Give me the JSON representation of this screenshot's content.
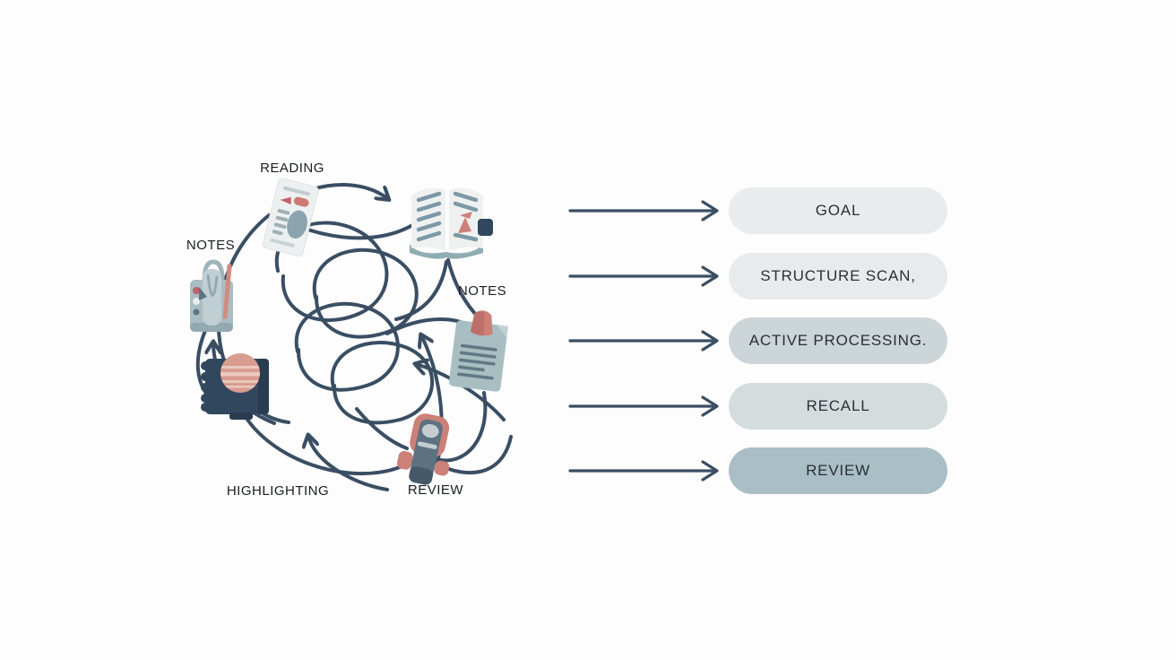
{
  "title": "Messy reading habits vs structured reading steps",
  "diagram": {
    "labels": {
      "reading": "READING",
      "notes_left": "NOTES",
      "notes_right": "NOTES",
      "highlighting": "HIGHLIGHTING",
      "review": "REVIEW"
    },
    "icons": [
      "reading-document-icon",
      "open-book-icon",
      "pencil-case-icon",
      "note-paper-icon",
      "spiral-notebook-icon",
      "highlighter-icon"
    ]
  },
  "steps": [
    {
      "label": "GOAL",
      "color": "#e9eced"
    },
    {
      "label": "STRUCTURE SCAN,",
      "color": "#e7ebec"
    },
    {
      "label": "ACTIVE PROCESSING.",
      "color": "#ccd6d8"
    },
    {
      "label": "RECALL",
      "color": "#d4dcde"
    },
    {
      "label": "REVIEW",
      "color": "#a9bfc5"
    }
  ],
  "colors": {
    "arrow": "#3a4e63",
    "label_text": "#1a1d20",
    "pill_text": "#2a3036",
    "background": "#fdfdfe"
  }
}
